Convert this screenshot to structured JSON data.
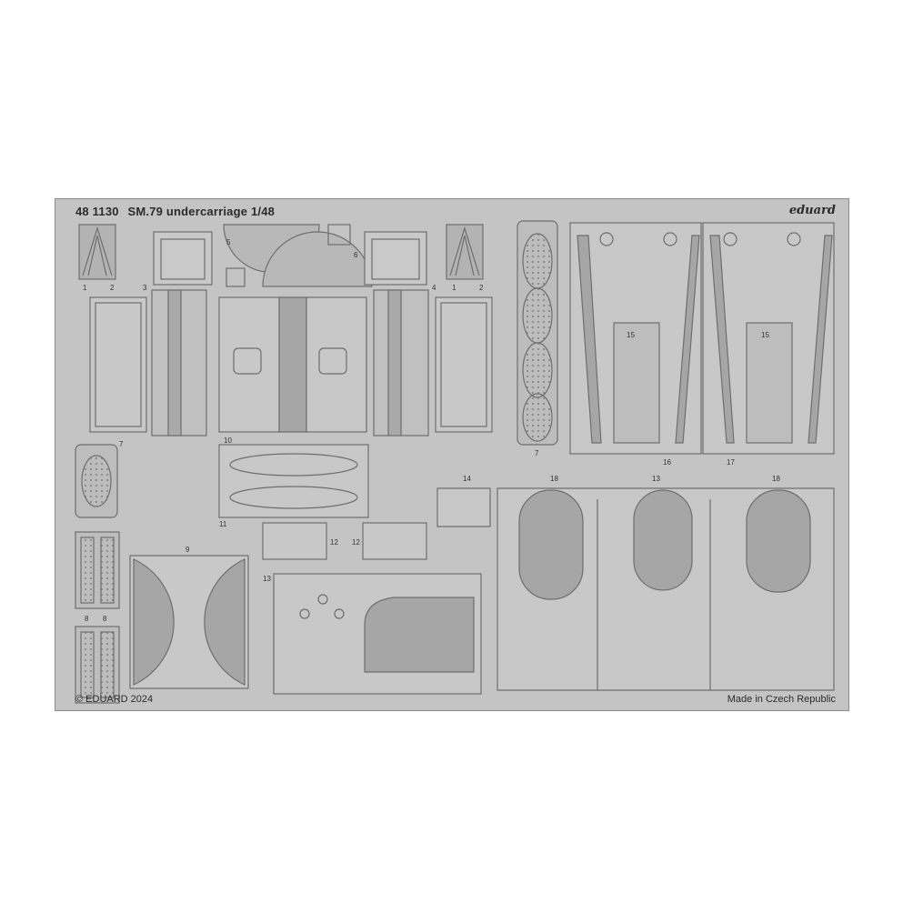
{
  "sheet": {
    "product_code": "48 1130",
    "title": "SM.79 undercarriage 1/48",
    "brand": "eduard",
    "copyright": "© EDUARD 2024",
    "origin": "Made in Czech Republic"
  },
  "part_numbers": {
    "p1": "1",
    "p2": "2",
    "p3": "3",
    "p4": "4",
    "p5": "5",
    "p6": "6",
    "p7": "7",
    "p8": "8",
    "p9": "9",
    "p10": "10",
    "p11": "11",
    "p12": "12",
    "p13": "13",
    "p14": "14",
    "p15": "15",
    "p16": "16",
    "p17": "17",
    "p18": "18"
  },
  "colors": {
    "fret": "#c4c4c4",
    "etched": "#a6a6a6",
    "outline": "#6e6e6e"
  }
}
